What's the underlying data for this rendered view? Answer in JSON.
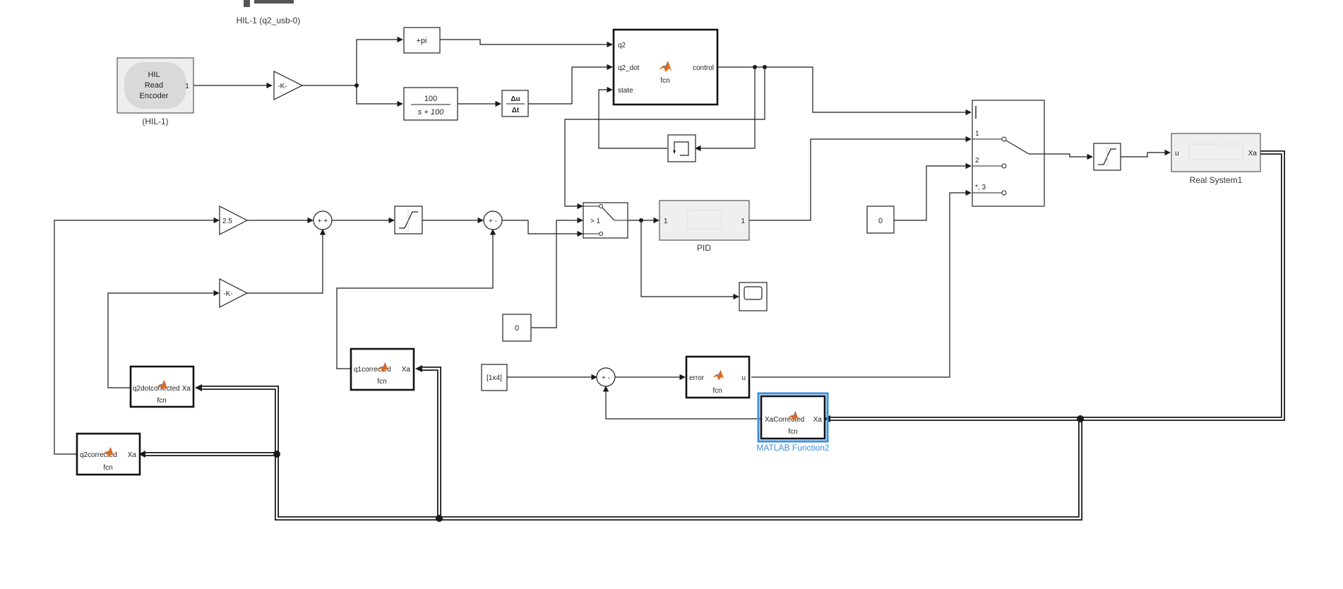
{
  "diagram": {
    "hil_read": {
      "line1": "HIL",
      "line2": "Read",
      "line3": "Encoder",
      "port": "1",
      "caption": "(HIL-1)"
    },
    "hil_top_caption": "HIL-1 (q2_usb-0)",
    "gain_k_top": "-K-",
    "plus_pi": "+pi",
    "tf_num": "100",
    "tf_den": "s + 100",
    "deriv_num": "Δu",
    "deriv_den": "Δt",
    "fcn_main": {
      "in1": "q2",
      "in2": "q2_dot",
      "in3": "state",
      "out": "control",
      "name": "fcn"
    },
    "switch_thresh": "> 1",
    "pid": {
      "in": "1",
      "out": "1",
      "caption": "PID"
    },
    "mport_switch": {
      "p1": "1",
      "p2": "2",
      "p3": "*, 3"
    },
    "const_zero_right": "0",
    "const_zero_mid": "0",
    "real_system": {
      "in": "u",
      "out": "Xa",
      "caption": "Real System1"
    },
    "gain_25": "2.5",
    "gain_k_mid": "-K-",
    "sum1": "+ +",
    "sum2": "+ -",
    "sum3": "+ -",
    "q1_fcn": {
      "in": "q1corrected",
      "out": "Xa",
      "name": "fcn"
    },
    "q2dot_fcn": {
      "in": "q2dotcorrected",
      "out": "Xa",
      "name": "fcn"
    },
    "q2_fcn": {
      "in": "q2corrected",
      "out": "Xa",
      "name": "fcn"
    },
    "ref_const": "[1x4]",
    "error_fcn": {
      "in": "error",
      "out": "u",
      "name": "fcn"
    },
    "xa_fcn": {
      "in": "XaCorrected",
      "out": "Xa",
      "name": "fcn",
      "caption": "MATLAB Function2"
    },
    "colors": {
      "selected": "#3d8fe0",
      "matlab_logo": "#e06a1d"
    }
  }
}
